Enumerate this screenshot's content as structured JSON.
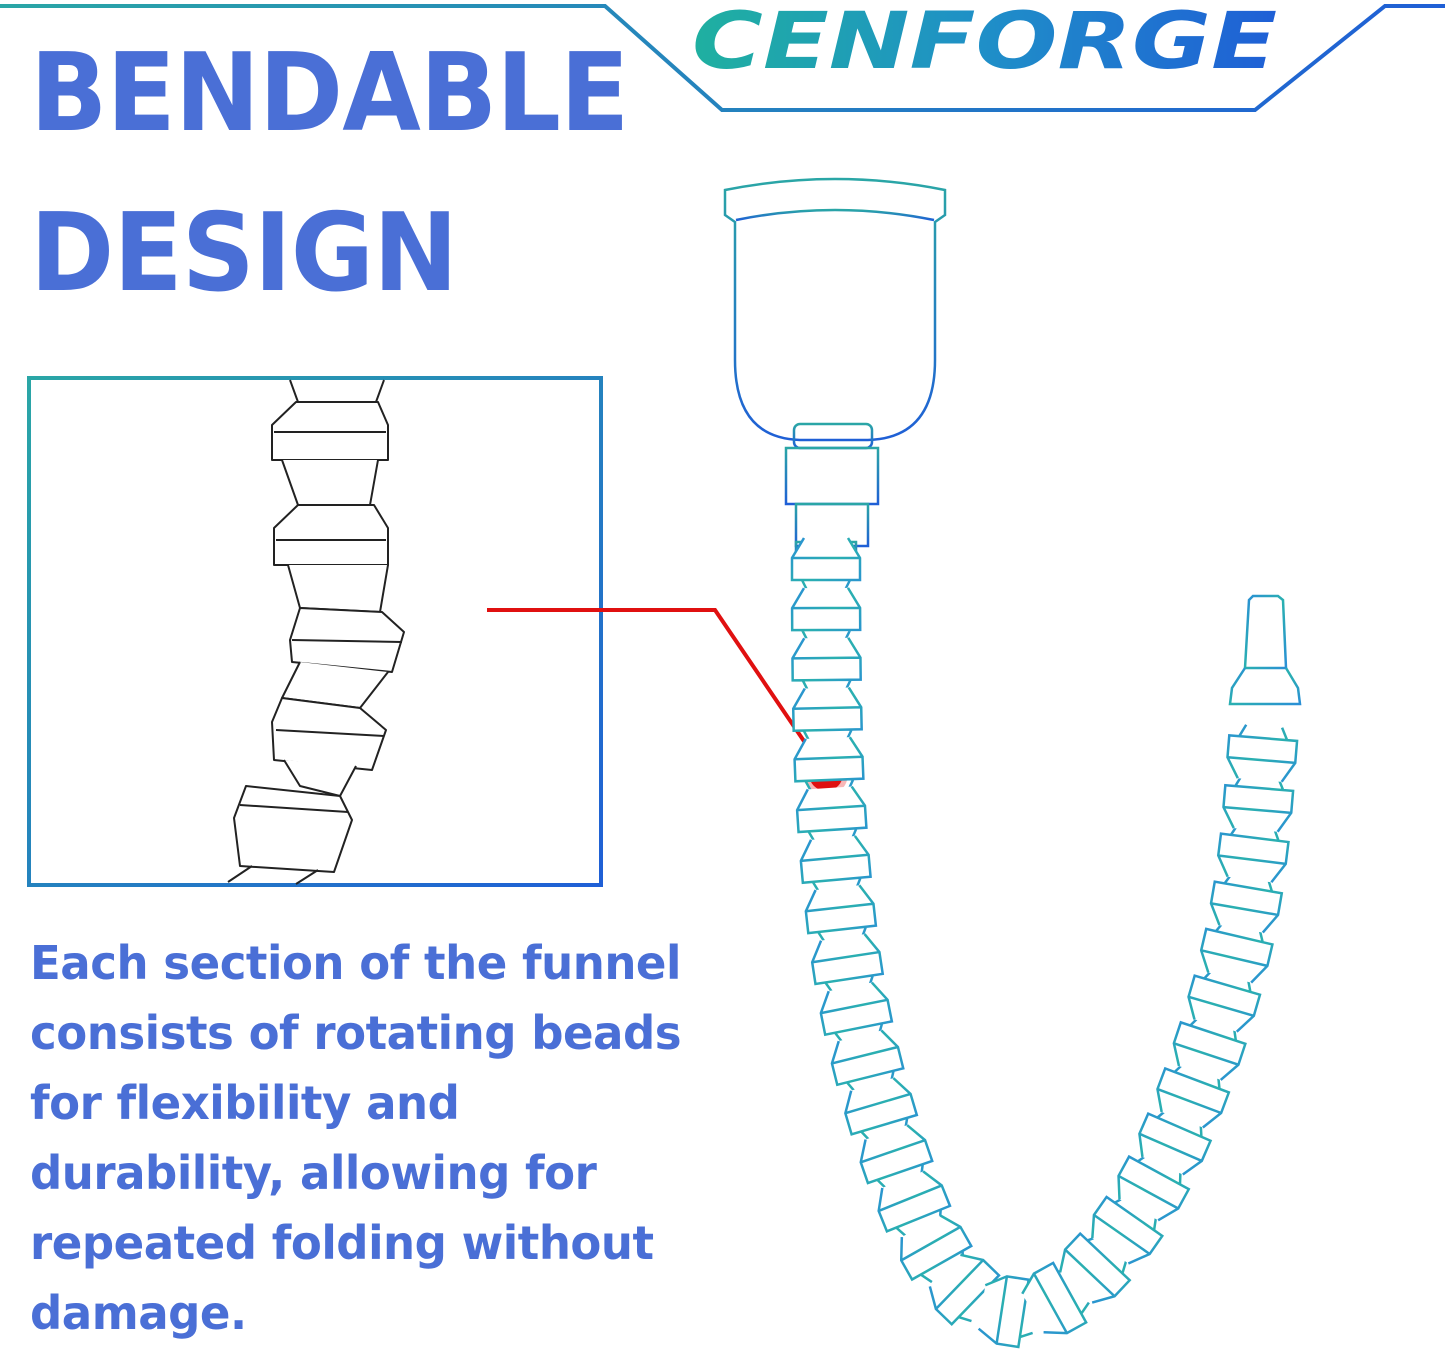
{
  "brand": {
    "logo_text": "CENFORGE"
  },
  "headline": {
    "line1": "BENDABLE",
    "line2": "DESIGN"
  },
  "description": "Each section of the funnel consists of rotating beads for flexibility and durability, allowing for repeated folding without damage.",
  "colors": {
    "heading_blue": "#4a6fd6",
    "teal": "#2aa6a6",
    "cyan": "#3aa6d8",
    "blue": "#1f5fd6",
    "callout_red": "#e01010",
    "outline_dark": "#222222"
  }
}
